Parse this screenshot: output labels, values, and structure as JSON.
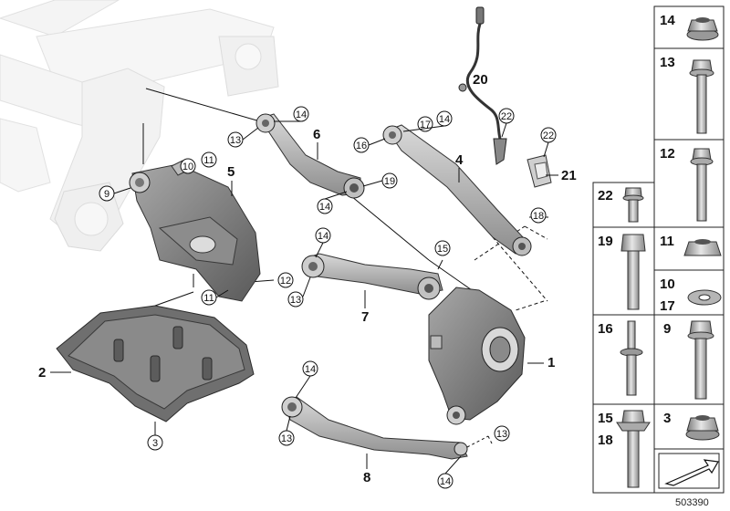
{
  "diagram": {
    "part_labels": {
      "p1": "1",
      "p2": "2",
      "p3": "3",
      "p4": "4",
      "p5": "5",
      "p6": "6",
      "p7": "7",
      "p8": "8",
      "p20": "20",
      "p21": "21"
    },
    "callouts": {
      "c9": "9",
      "c10": "10",
      "c11a": "11",
      "c11b": "11",
      "c12": "12",
      "c13a": "13",
      "c13b": "13",
      "c13c": "13",
      "c13d": "13",
      "c14a": "14",
      "c14b": "14",
      "c14c": "14",
      "c14d": "14",
      "c14e": "14",
      "c14f": "14",
      "c15": "15",
      "c16": "16",
      "c17": "17",
      "c18": "18",
      "c19": "19",
      "c22a": "22",
      "c22b": "22"
    },
    "parts_table": [
      {
        "id": "t14",
        "label": "14",
        "icon": "flange-nut-icon"
      },
      {
        "id": "t13",
        "label": "13",
        "icon": "long-bolt-icon"
      },
      {
        "id": "t12",
        "label": "12",
        "icon": "long-bolt-icon"
      },
      {
        "id": "t22",
        "label": "22",
        "icon": "short-bolt-icon"
      },
      {
        "id": "t19",
        "label": "19",
        "icon": "hex-bolt-icon"
      },
      {
        "id": "t11",
        "label": "11",
        "icon": "hex-nut-icon"
      },
      {
        "id": "t10",
        "label": "10",
        "label2": "17",
        "icon": "washer-icon"
      },
      {
        "id": "t16",
        "label": "16",
        "icon": "stud-bolt-icon"
      },
      {
        "id": "t9",
        "label": "9",
        "icon": "flange-bolt-icon"
      },
      {
        "id": "t15",
        "label": "15",
        "label2": "18",
        "icon": "eccentric-bolt-icon"
      },
      {
        "id": "t3",
        "label": "3",
        "icon": "flange-nut-icon"
      },
      {
        "id": "tnav",
        "label": "",
        "icon": "navigation-arrow-icon"
      }
    ],
    "diagram_code": "503390"
  }
}
